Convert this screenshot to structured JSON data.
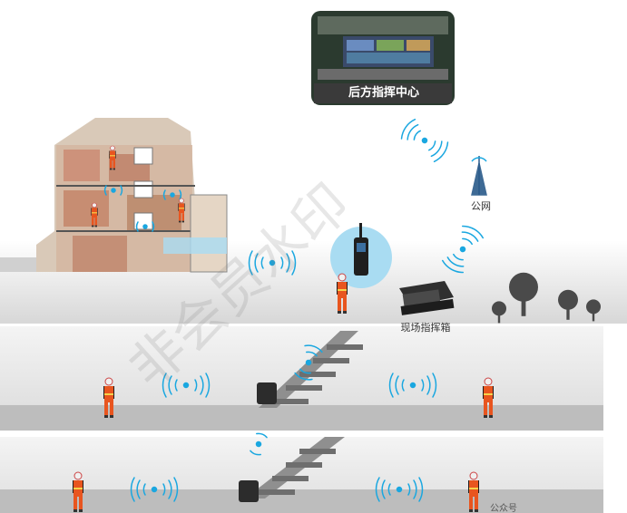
{
  "command_center": {
    "label": "后方指挥中心"
  },
  "public_network": {
    "label": "公网"
  },
  "field_command_box": {
    "label": "现场指挥箱"
  },
  "watermark": {
    "text": "非会员水印"
  },
  "credit": {
    "text": "公众号"
  },
  "colors": {
    "signal": "#1aa7e0",
    "firefighter_suit": "#e8551f",
    "floor": "#cfcfcf",
    "ground": "#e6e6e6",
    "tree": "#4a4a4a",
    "badge": "#a9dcf2"
  },
  "icons": [
    "antenna-tower-icon",
    "radio-handset-icon",
    "firefighter-icon",
    "tree-icon",
    "laptop-case-icon",
    "repeater-box-icon"
  ]
}
